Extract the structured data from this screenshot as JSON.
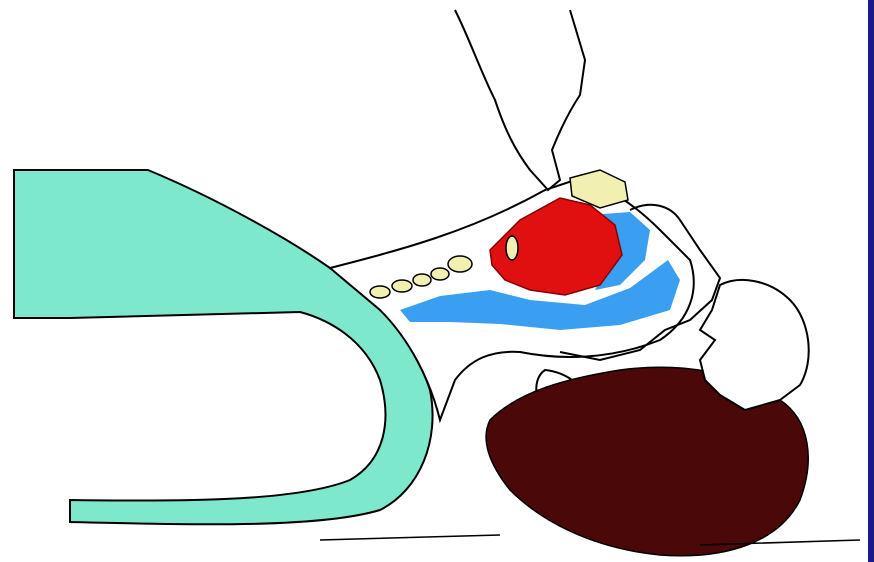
{
  "colors": {
    "background": "#ffffff",
    "frame_bar": "#1a1a8c",
    "shirt": "#7de8cc",
    "hair": "#4a0808",
    "airway": "#3a9ff0",
    "tongue": "#e01010",
    "bone": "#f2f0b0",
    "outline": "#000000"
  },
  "illustration": {
    "elements": [
      "patient-torso",
      "neck",
      "airway",
      "tongue",
      "cervical-vertebrae",
      "face",
      "ear",
      "hair",
      "rescuer-hand-chin",
      "rescuer-hand-forehead",
      "ground-line"
    ]
  }
}
